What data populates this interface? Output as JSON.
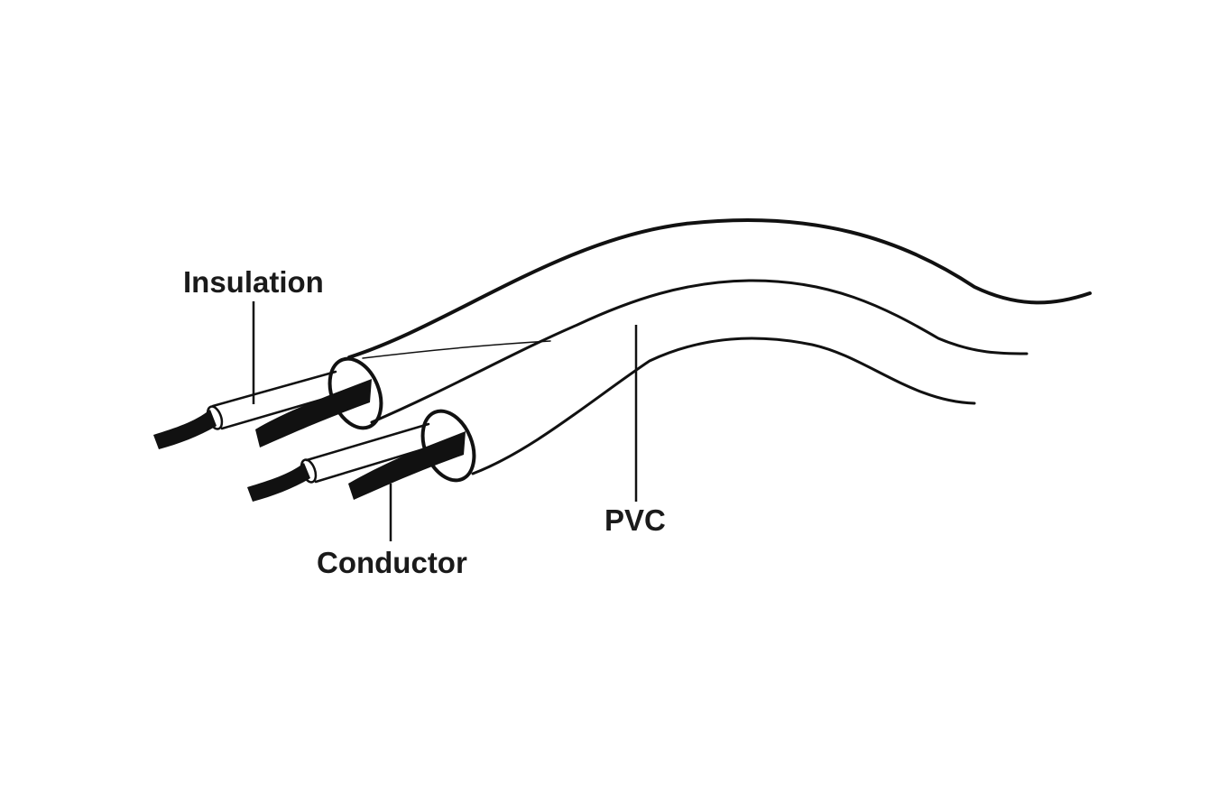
{
  "diagram": {
    "labels": {
      "insulation": "Insulation",
      "conductor": "Conductor",
      "pvc": "PVC"
    },
    "colors": {
      "stroke": "#111111",
      "text": "#1a1a1a",
      "background": "#ffffff"
    }
  }
}
